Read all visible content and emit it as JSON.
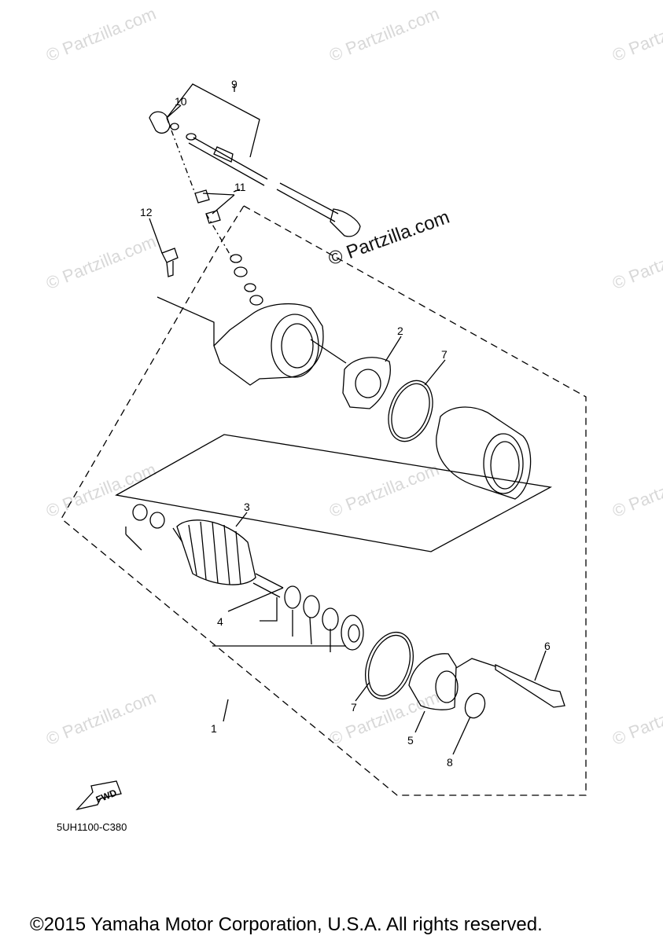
{
  "diagram": {
    "watermark_main": "© Partzilla.com",
    "watermark_faint": "© Partzilla.com",
    "part_code": "5UH1100-C380",
    "fwd_label": "FWD",
    "copyright": "©2015 Yamaha Motor Corporation, U.S.A. All rights reserved.",
    "callouts": [
      "1",
      "2",
      "3",
      "4",
      "5",
      "6",
      "7",
      "7",
      "8",
      "9",
      "10",
      "11",
      "12"
    ]
  }
}
